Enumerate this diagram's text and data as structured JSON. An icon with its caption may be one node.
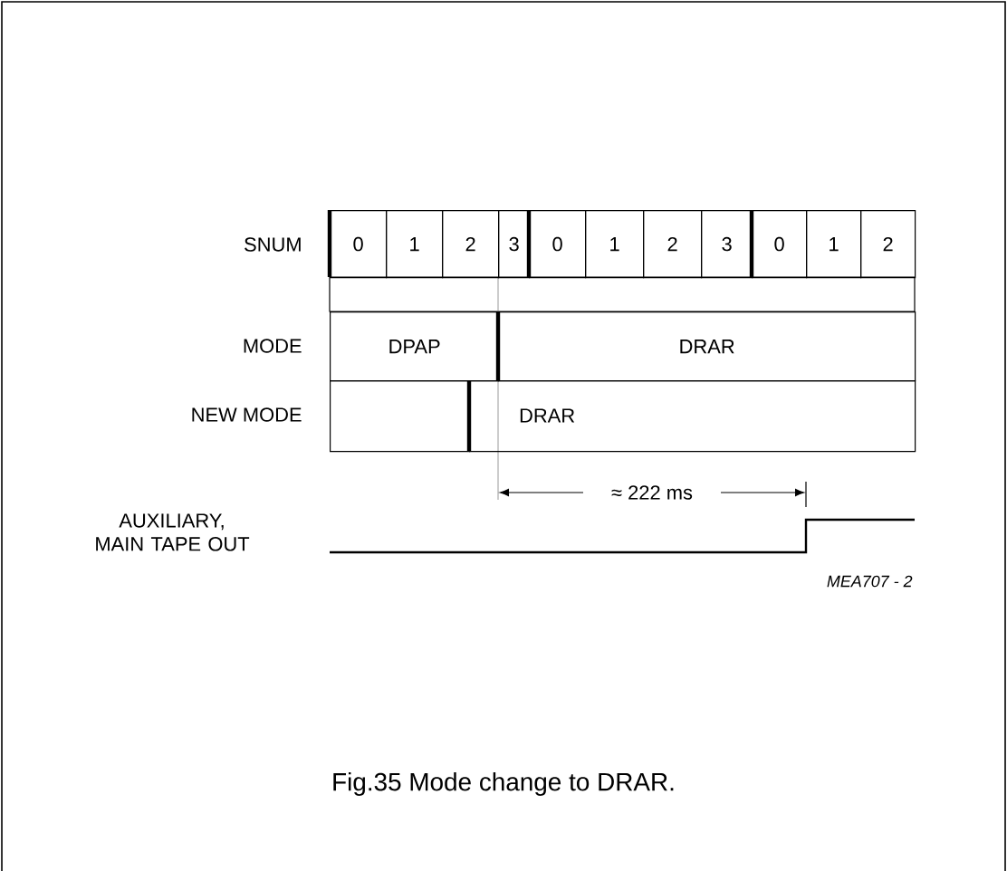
{
  "diagram": {
    "caption": "Fig.35 Mode change to DRAR.",
    "nodes": [
      {
        "text": [
          "0"
        ]
      },
      {
        "text": [
          "1"
        ]
      },
      {
        "text": [
          "2"
        ]
      },
      {
        "text": [
          "3"
        ]
      },
      {
        "text": [
          "0"
        ]
      },
      {
        "text": [
          "1"
        ]
      },
      {
        "text": [
          "2"
        ]
      },
      {
        "text": [
          "3"
        ]
      },
      {
        "text": [
          "0"
        ]
      },
      {
        "text": [
          "1"
        ]
      },
      {
        "text": [
          "2"
        ]
      },
      {
        "text": [
          "DPAP"
        ]
      },
      {
        "text": [
          "DRAR"
        ]
      },
      {
        "text": [],
        "shape": "box"
      },
      {
        "text": [
          "DRAR"
        ]
      }
    ],
    "labels": [
      "SNUM",
      "MODE",
      "NEW MODE",
      "≈ 222 ms",
      "AUXILIARY, MAIN TAPE OUT",
      "MEA707 - 2"
    ]
  }
}
